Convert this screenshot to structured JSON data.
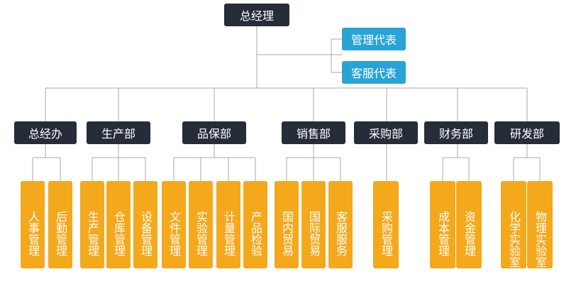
{
  "org": {
    "root": "总经理",
    "staff": [
      "管理代表",
      "客服代表"
    ],
    "departments": [
      {
        "name": "总经办",
        "units": [
          "人事管理",
          "后勤管理"
        ]
      },
      {
        "name": "生产部",
        "units": [
          "生产管理",
          "仓库管理",
          "设备管理"
        ]
      },
      {
        "name": "品保部",
        "units": [
          "文件管理",
          "实验管理",
          "计量管理",
          "产品检验"
        ]
      },
      {
        "name": "销售部",
        "units": [
          "国内贸易",
          "国际贸易",
          "客服服务"
        ]
      },
      {
        "name": "采购部",
        "units": [
          "采购管理"
        ]
      },
      {
        "name": "财务部",
        "units": [
          "成本管理",
          "资金管理"
        ]
      },
      {
        "name": "研发部",
        "units": [
          "化学实验室",
          "物理实验室"
        ]
      }
    ]
  },
  "colors": {
    "root": "#262c38",
    "department": "#262c38",
    "staff": "#29a3d6",
    "unit": "#f4a81c",
    "connector": "#aaaaaa",
    "text": "#ffffff"
  }
}
